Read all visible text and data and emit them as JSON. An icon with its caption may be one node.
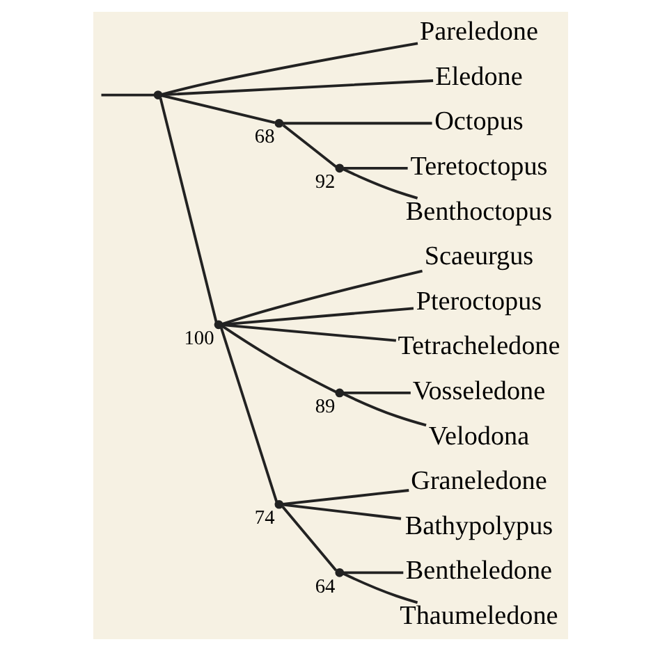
{
  "diagram": {
    "nodes": [
      {
        "text": [
          "Pareledone"
        ]
      },
      {
        "text": [
          "Eledone"
        ]
      },
      {
        "text": [
          "Octopus"
        ]
      },
      {
        "text": [
          "Teretoctopus"
        ]
      },
      {
        "text": [
          "Benthoctopus"
        ]
      },
      {
        "text": [
          "Scaeurgus"
        ]
      },
      {
        "text": [
          "Pteroctopus"
        ]
      },
      {
        "text": [
          "Tetracheledone"
        ]
      },
      {
        "text": [
          "Vosseledone"
        ]
      },
      {
        "text": [
          "Velodona"
        ]
      },
      {
        "text": [
          "Bentheledone"
        ]
      },
      {
        "text": [
          "Thaumeledone"
        ]
      },
      {
        "text": [
          "Graneledone"
        ]
      },
      {
        "text": [
          "Bathypolypus"
        ]
      },
      {
        "text": [],
        "shape": "point"
      },
      {
        "text": [],
        "shape": "point",
        "beside": [
          "68"
        ]
      },
      {
        "text": [],
        "shape": "point",
        "beside": [
          "92"
        ]
      },
      {
        "text": [],
        "shape": "point",
        "beside": [
          "100"
        ]
      },
      {
        "text": [],
        "shape": "point",
        "beside": [
          "89"
        ]
      },
      {
        "text": [],
        "shape": "point",
        "beside": [
          "74"
        ]
      },
      {
        "text": [],
        "shape": "point",
        "beside": [
          "64"
        ]
      }
    ],
    "edges": [
      {
        "from": null,
        "to": 14,
        "arrow": "none"
      },
      {
        "from": 14,
        "to": 0,
        "arrow": "none"
      },
      {
        "from": 14,
        "to": 1,
        "arrow": "none"
      },
      {
        "from": 14,
        "to": 15,
        "arrow": "none"
      },
      {
        "from": 15,
        "to": 2,
        "arrow": "none"
      },
      {
        "from": 15,
        "to": 16,
        "arrow": "none"
      },
      {
        "from": 16,
        "to": 3,
        "arrow": "none"
      },
      {
        "from": 16,
        "to": 4,
        "arrow": "none"
      },
      {
        "from": 14,
        "to": 17,
        "arrow": "none"
      },
      {
        "from": 17,
        "to": 5,
        "arrow": "none"
      },
      {
        "from": 17,
        "to": 6,
        "arrow": "none"
      },
      {
        "from": 17,
        "to": 7,
        "arrow": "none"
      },
      {
        "from": 17,
        "to": 18,
        "arrow": "none"
      },
      {
        "from": 18,
        "to": 8,
        "arrow": "none"
      },
      {
        "from": 18,
        "to": 9,
        "arrow": "none"
      },
      {
        "from": 17,
        "to": 19,
        "arrow": "none"
      },
      {
        "from": 19,
        "to": 20,
        "arrow": "none"
      },
      {
        "from": 20,
        "to": 10,
        "arrow": "none"
      },
      {
        "from": 20,
        "to": 11,
        "arrow": "none"
      },
      {
        "from": 19,
        "to": 12,
        "arrow": "none"
      },
      {
        "from": 19,
        "to": 13,
        "arrow": "none"
      }
    ]
  }
}
